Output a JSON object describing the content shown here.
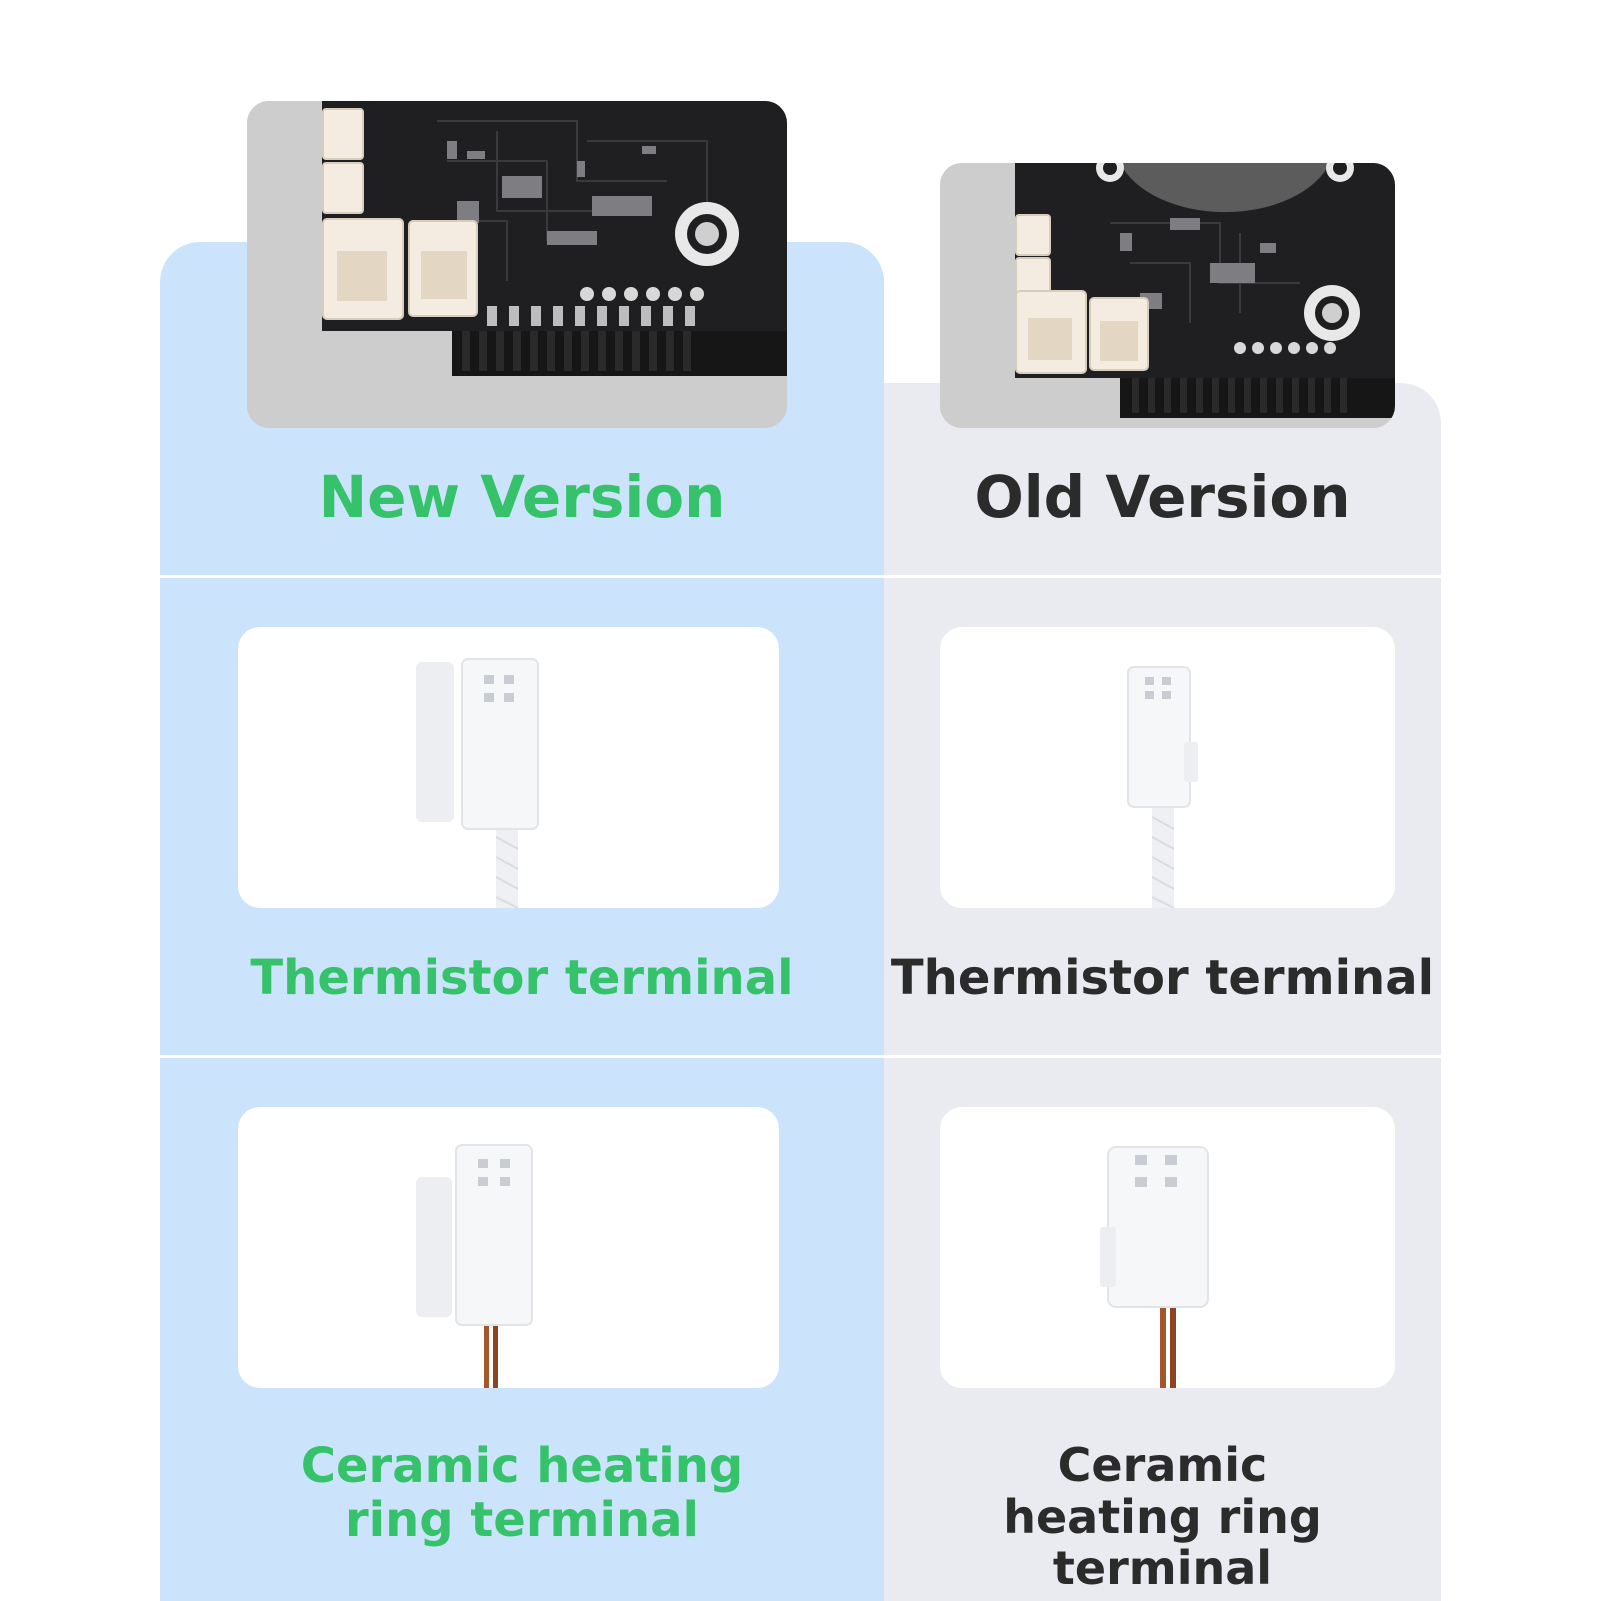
{
  "colors": {
    "new_bg": "#cce4fb",
    "old_bg": "#e9ebf0",
    "new_text": "#35c26a",
    "old_text": "#2b2b2b",
    "pcb": "#1d1d1f",
    "connector": "#f4ece0",
    "plug": "#f6f7f9",
    "wire_copper": "#a4552a",
    "sleeve": "#eef0f3"
  },
  "columns": {
    "new": {
      "title": "New Version",
      "rows": [
        {
          "label": "Thermistor terminal"
        },
        {
          "label": "Ceramic heating ring terminal"
        }
      ]
    },
    "old": {
      "title": "Old Version",
      "rows": [
        {
          "label": "Thermistor terminal"
        },
        {
          "label": "Ceramic heating ring terminal"
        }
      ]
    }
  },
  "icons": {
    "new_board": "pcb-board-icon",
    "old_board": "pcb-board-icon",
    "new_thermistor": "thermistor-plug-icon",
    "old_thermistor": "thermistor-plug-icon",
    "new_heater": "heater-plug-icon",
    "old_heater": "heater-plug-icon"
  }
}
